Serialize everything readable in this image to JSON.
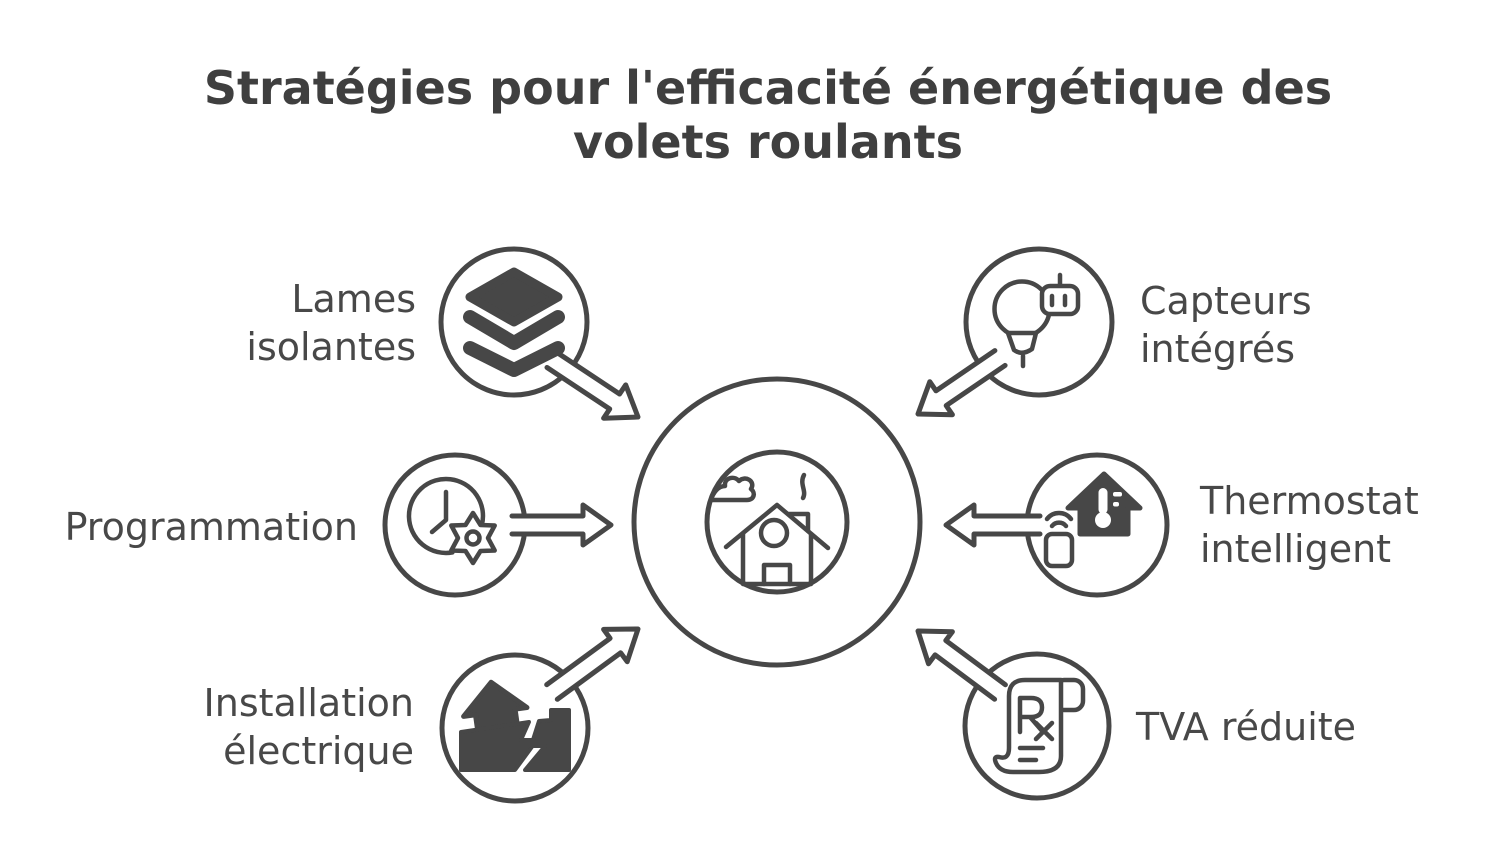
{
  "title": {
    "line1": "Stratégies pour l'efficacité énergétique des",
    "line2": "volets roulants"
  },
  "colors": {
    "ink": "#474747",
    "background": "#ffffff",
    "title_text": "#3f3f3f"
  },
  "center": {
    "icon": "house-energy-icon"
  },
  "items": [
    {
      "id": "lames-isolantes",
      "label_line1": "Lames",
      "label_line2": "isolantes",
      "icon": "layers-icon"
    },
    {
      "id": "programmation",
      "label_line1": "Programmation",
      "label_line2": "",
      "icon": "clock-gear-icon"
    },
    {
      "id": "installation-electrique",
      "label_line1": "Installation",
      "label_line2": "électrique",
      "icon": "house-bolt-icon"
    },
    {
      "id": "capteurs-integres",
      "label_line1": "Capteurs",
      "label_line2": "intégrés",
      "icon": "bulb-sensor-icon"
    },
    {
      "id": "thermostat-intelligent",
      "label_line1": "Thermostat",
      "label_line2": "intelligent",
      "icon": "house-thermometer-icon"
    },
    {
      "id": "tva-reduite",
      "label_line1": "TVA réduite",
      "label_line2": "",
      "icon": "receipt-rx-icon"
    }
  ]
}
